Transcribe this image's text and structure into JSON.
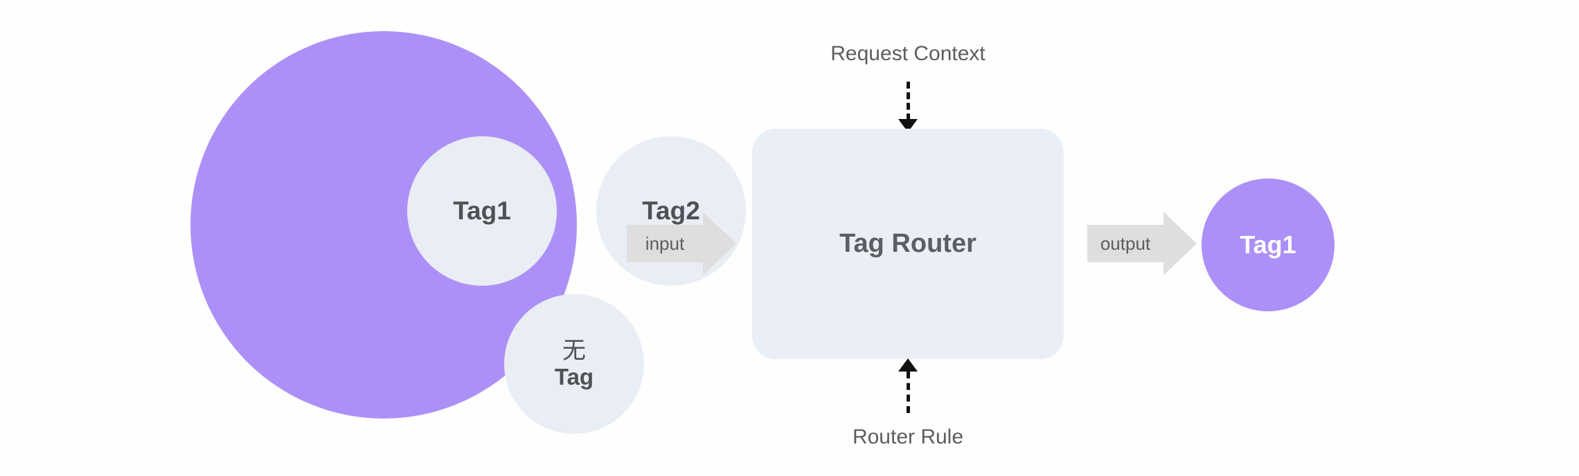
{
  "diagram": {
    "title": "Tag Router routing flow",
    "colors": {
      "accent_purple": "#ad90f7",
      "inner_circle": "#e9edf4",
      "router_box": "#eaeff7",
      "block_arrow": "#dedede",
      "text_dark": "#5b5d61",
      "text_on_accent": "#ffffff",
      "dashed_line": "#111111",
      "background": "#fefefe"
    },
    "tag_pool": {
      "name": "tag-pool",
      "items": [
        {
          "label": "Tag1"
        },
        {
          "label": "Tag2"
        },
        {
          "label_line1": "无",
          "label_line2": "Tag"
        }
      ]
    },
    "input_arrow": {
      "label": "input"
    },
    "router": {
      "label": "Tag Router"
    },
    "connectors": {
      "top": {
        "label": "Request Context",
        "direction": "down"
      },
      "bottom": {
        "label": "Router Rule",
        "direction": "up"
      }
    },
    "output_arrow": {
      "label": "output"
    },
    "output_node": {
      "label": "Tag1"
    }
  }
}
